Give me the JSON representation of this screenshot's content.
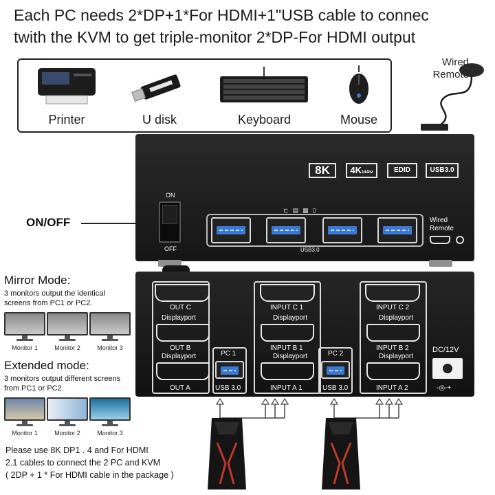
{
  "headline": {
    "line1": "Each PC needs 2*DP+1*For HDMI+1\"USB cable to connec",
    "line2": "twith the KVM to get triple-monitor 2*DP-For HDMI output"
  },
  "peripherals": [
    {
      "label": "Printer",
      "icon": "printer-icon"
    },
    {
      "label": "U disk",
      "icon": "usb-drive-icon"
    },
    {
      "label": "Keyboard",
      "icon": "keyboard-icon"
    },
    {
      "label": "Mouse",
      "icon": "mouse-icon"
    }
  ],
  "remote": {
    "label": "Wired\nRemote"
  },
  "front_panel": {
    "badges": [
      "8K",
      "4K",
      "EDID",
      "USB3.0"
    ],
    "badge_4k_sub": "144hz",
    "switch_on": "ON",
    "switch_off": "OFF",
    "usb_label": "USB3.0",
    "remote_port_label": "Wired\nRemote"
  },
  "onoff_label": "ON/OFF",
  "back_panel": {
    "out": [
      "OUT C",
      "Displayport",
      "OUT B",
      "Displayport",
      "OUT A"
    ],
    "pc1": {
      "label": "PC 1",
      "usb": "USB 3.0"
    },
    "pc2": {
      "label": "PC 2",
      "usb": "USB 3.0"
    },
    "input1": [
      "INPUT C 1",
      "Displayport",
      "INPUT B 1",
      "Displayport",
      "INPUT A 1"
    ],
    "input2": [
      "INPUT C 2",
      "Displayport",
      "INPUT B 2",
      "Displayport",
      "INPUT A 2"
    ],
    "power": "DC/12V"
  },
  "mirror": {
    "title": "Mirror Mode:",
    "desc": "3 monitors output the identical\nscreens from PC1 or PC2.",
    "monitors": [
      "Monitor 1",
      "Monitor 2",
      "Monitor 3"
    ]
  },
  "extended": {
    "title": "Extended mode:",
    "desc": "3 monitors output different screens\nfrom PC1 or PC2.",
    "monitors": [
      "Monitor 1",
      "Monitor 2",
      "Monitor 3"
    ]
  },
  "note": "Please use 8K DP1 . 4 and For HDMI\n2.1 cables to connect the 2 PC and KVM\n( 2DP + 1 * For HDMI cable in the package )",
  "colors": {
    "usb_blue": "#3b79d8",
    "panel": "#1c1c1c",
    "pc_red": "#c0392b"
  }
}
